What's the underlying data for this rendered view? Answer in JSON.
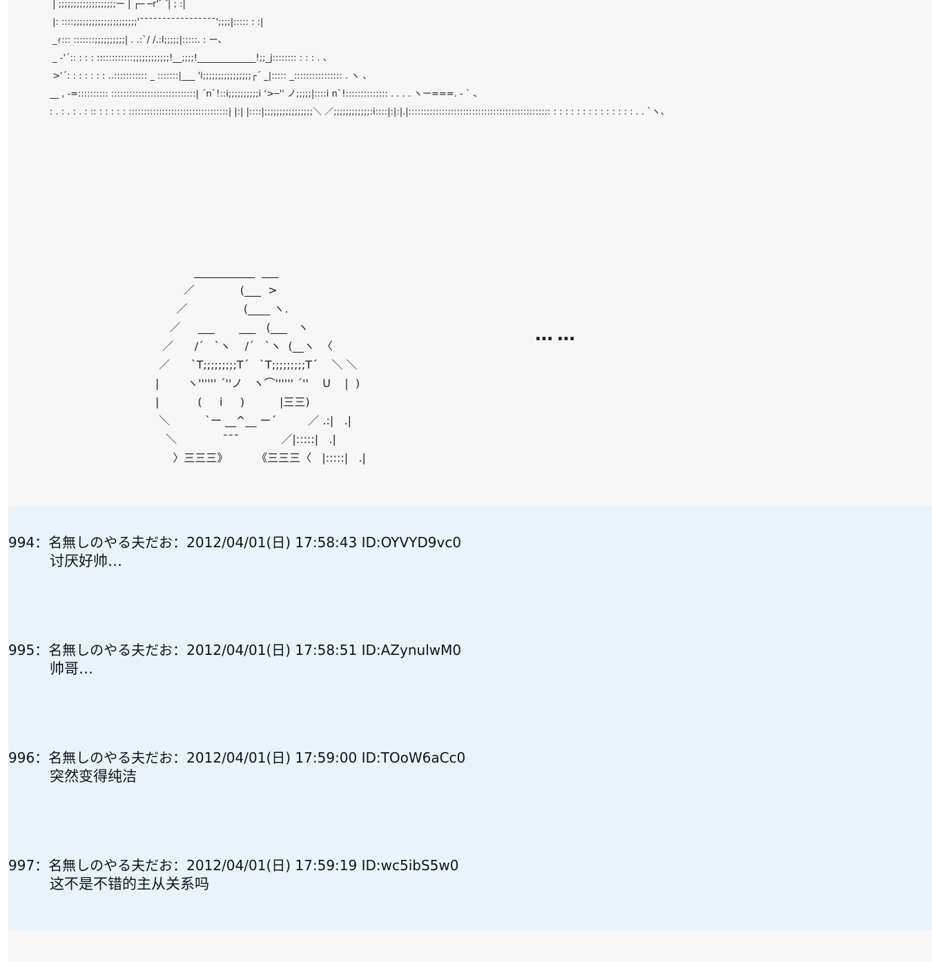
{
  "aa_art": {
    "hillside": " | ;;;;;;;;;;;;;;;;;;;ー | ┌─ ─r'⌒| ; :|\n |: ::::;;;;;;;;;;;;;;;;;;;;;'¯¯¯¯¯¯¯¯¯¯¯¯¯¯¯¯¯';;;;|::::: : :|\n _ｨ::: :::::::;;;;;;;;;;| . .:`/ /.:l;;;;;|:::::. : ー、\n _ -'´:: : : : ::::::::::::;;;;;;;;;;;;!__;;;;!_____________!;;_j:::::::: : : : . 、\n >'´: : : : : : : ..::::::::::: _ :::::::|___ 'i;;;;;;;;;;;;;;;;┌´ _|::::: _:::::::::::::::: . ヽ 、\n__ , -=:::::::::: ::::::::::::::::::::::::::::| ´n`!::i;;;;;;;;;;i '>─'' ノ;;;;;|::::i n`!:::::::::::::: . . . . ヽー===. - ` 、\n: . : . : . : :: : : : : : :::::::::::::::::::::::::::::::::| |:| |::::|;;;;;;;;;;;;;;;;＼ ／;;;;;;;;;;;;:i::::|:|:|.|::::::::::::::::::::::::::::::::::::::::::::::: : : : : : : : : : : : : : : . . `ヽ、",
    "face": "           ___________  ___\n        ／             (___  >\n      ／                (____ ヽ.\n    ／     ___       ___   (___   ヽ\n  ／      /´   `ヽ    /´   `ヽ  (__ヽ  〈\n ／      `T;;;;;;;;;T´   `T;;;;;;;;;T´    ＼ ＼\n|        ヽ'''''' ´''ノ   ヽ⌒'''''' ´''    U    |  )\n|           (     i     )          |三三)\n ＼          `ー __^__ ー´         ／ .:|   .|\n   ＼             ¯¯¯            ／|:::::|   .|\n     〉三三三》        《三三三〈   |:::::|   .|",
    "dots": "……"
  },
  "posts": [
    {
      "header": "994：名無しのやる夫だお：2012/04/01(日) 17:58:43 ID:OYVYD9vc0",
      "body": "讨厌好帅…"
    },
    {
      "header": "995：名無しのやる夫だお：2012/04/01(日) 17:58:51 ID:AZynulwM0",
      "body": "帅哥…"
    },
    {
      "header": "996：名無しのやる夫だお：2012/04/01(日) 17:59:00 ID:TOoW6aCc0",
      "body": "突然变得纯洁"
    },
    {
      "header": "997：名無しのやる夫だお：2012/04/01(日) 17:59:19 ID:wc5ibS5w0",
      "body": "这不是不错的主从关系吗"
    }
  ]
}
